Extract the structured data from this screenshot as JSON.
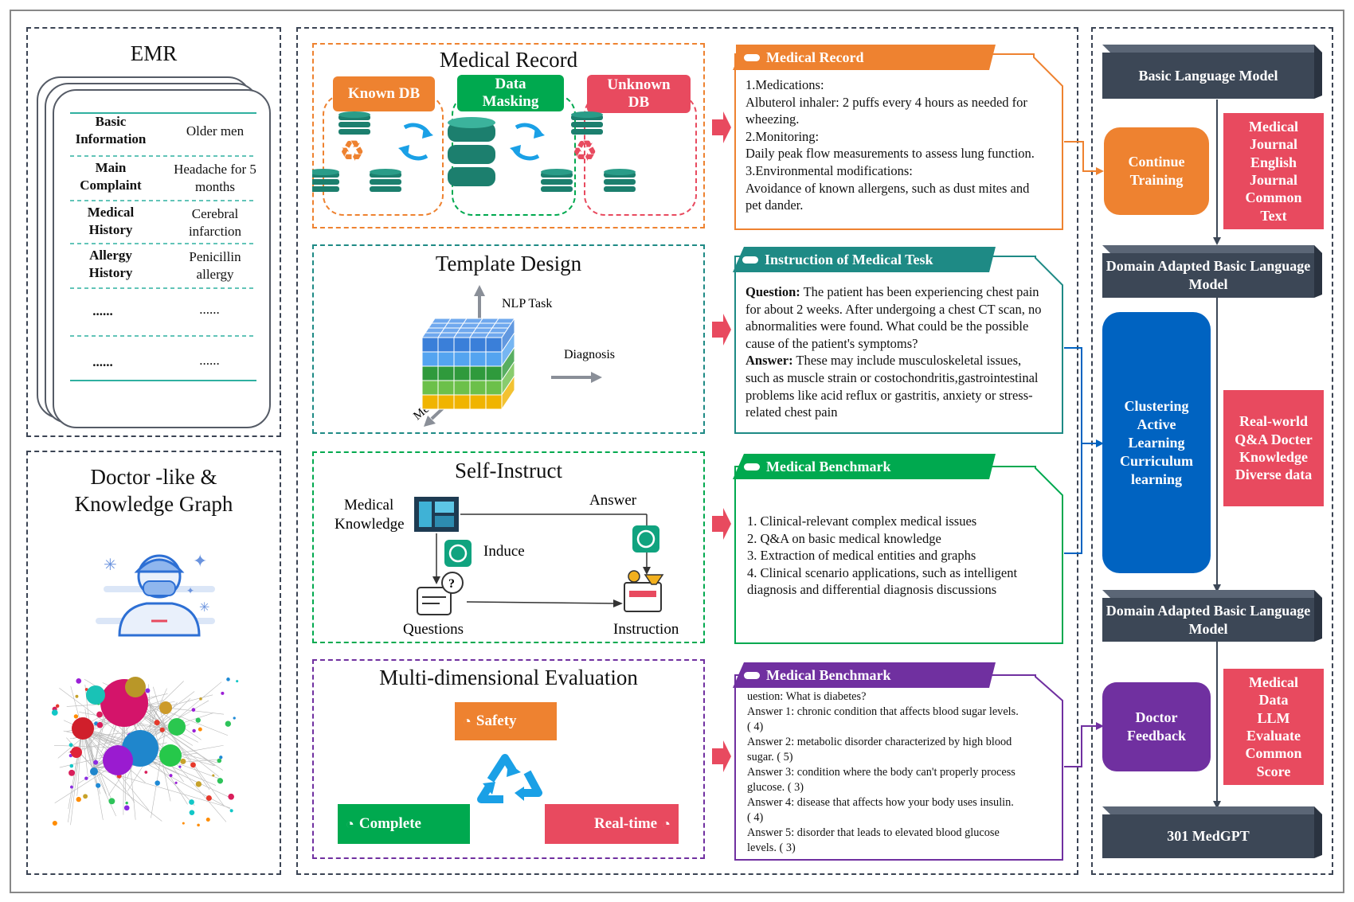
{
  "emr": {
    "title": "EMR",
    "rows": [
      {
        "label": "Basic Information",
        "value": "Older men"
      },
      {
        "label": "Main Complaint",
        "value": "Headache for 5 months"
      },
      {
        "label": "Medical History",
        "value": "Cerebral infarction"
      },
      {
        "label": "Allergy History",
        "value": "Penicillin allergy"
      },
      {
        "label": "......",
        "value": "......"
      },
      {
        "label": "......",
        "value": "......"
      }
    ]
  },
  "knowledge": {
    "title_line1": "Doctor -like &",
    "title_line2": "Knowledge Graph"
  },
  "medical_record": {
    "title": "Medical Record",
    "known_db": "Known DB",
    "data_masking": "Data Masking",
    "unknown_db": "Unknown DB"
  },
  "template_design": {
    "title": "Template Design",
    "axis_nlp": "NLP Task",
    "axis_diagnosis": "Diagnosis",
    "axis_medical": "Medical"
  },
  "self_instruct": {
    "title": "Self-Instruct",
    "medical_knowledge_1": "Medical",
    "medical_knowledge_2": "Knowledge",
    "answer": "Answer",
    "induce": "Induce",
    "questions": "Questions",
    "instruction": "Instruction"
  },
  "evaluation": {
    "title": "Multi-dimensional Evaluation",
    "safety": "Safety",
    "complete": "Complete",
    "realtime": "Real-time"
  },
  "cards": {
    "record": {
      "tag": "Medical Record",
      "lines": [
        "1.Medications:",
        "Albuterol inhaler: 2 puffs every 4 hours as needed for",
        "wheezing.",
        "2.Monitoring:",
        "Daily peak flow measurements to assess lung function.",
        "3.Environmental modifications:",
        "Avoidance of known allergens, such as dust mites and",
        "pet dander."
      ]
    },
    "instruction": {
      "tag": "Instruction of Medical Tesk",
      "q_label": "Question:",
      "q_text": "The patient has been experiencing chest pain for about 2 weeks. After undergoing a chest CT scan, no abnormalities were found. What could be the possible cause of the patient's symptoms?",
      "a_label": "Answer:",
      "a_text": "These may include musculoskeletal issues, such as muscle strain or costochondritis,gastrointestinal problems like acid reflux or gastritis, anxiety or stress-related chest pain"
    },
    "benchmark": {
      "tag": "Medical Benchmark",
      "lines": [
        "1. Clinical-relevant complex medical issues",
        "2. Q&A on basic medical knowledge",
        "3. Extraction of medical entities and graphs",
        "4. Clinical scenario applications, such as intelligent",
        "diagnosis and differential diagnosis discussions"
      ]
    },
    "benchmark2": {
      "tag": "Medical Benchmark",
      "lines": [
        "uestion: What is diabetes?",
        "Answer 1: chronic condition that affects blood sugar levels.",
        "( 4)",
        "Answer 2: metabolic disorder characterized by high blood",
        "sugar. ( 5)",
        "Answer 3: condition where the body can't properly process",
        "glucose. ( 3)",
        "Answer 4: disease that affects how your body uses insulin.",
        "( 4)",
        "Answer 5: disorder that leads to elevated blood glucose",
        "levels. ( 3)"
      ]
    }
  },
  "pipeline": {
    "basic_model": "Basic Language Model",
    "continue_training": "Continue Training",
    "journal_box": "Medical Journal English Journal Common Text",
    "domain_model_1": "Domain Adapted Basic Language Model",
    "clustering": "Clustering Active Learning Curriculum learning",
    "realworld_box": "Real-world Q&A Docter Knowledge Diverse data",
    "domain_model_2": "Domain Adapted Basic Language Model",
    "doctor_feedback": "Doctor Feedback",
    "eval_box": "Medical Data LLM Evaluate Common Score",
    "final_model": "301 MedGPT"
  },
  "colors": {
    "orange": "#ee8230",
    "green": "#00a94f",
    "teal": "#1e8a85",
    "purple": "#7030a0",
    "red": "#e84a5f",
    "blue": "#0063c1",
    "navy": "#3c4756",
    "db_teal": "#1c7f6e"
  }
}
